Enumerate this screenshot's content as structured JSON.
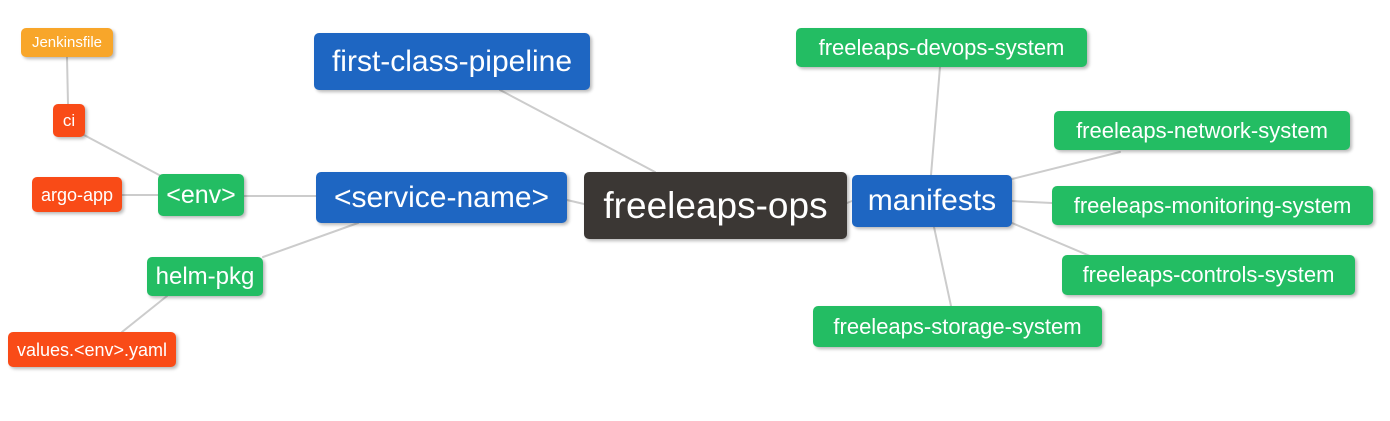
{
  "diagram": {
    "type": "mindmap",
    "root_label": "freeleaps-ops",
    "palette": {
      "root": "#3b3734",
      "branch": "#1e66c2",
      "leaf": "#23bd63",
      "sub": "#f94b17",
      "file": "#f8a62a",
      "edge": "#cccccc",
      "text": "#ffffff",
      "background": "#ffffff"
    },
    "nodes": {
      "freeleaps_ops": {
        "label": "freeleaps-ops",
        "level": "root"
      },
      "first_class_pipeline": {
        "label": "first-class-pipeline",
        "level": "branch"
      },
      "service_name": {
        "label": "<service-name>",
        "level": "branch"
      },
      "manifests": {
        "label": "manifests",
        "level": "branch"
      },
      "env": {
        "label": "<env>",
        "level": "leaf"
      },
      "helm_pkg": {
        "label": "helm-pkg",
        "level": "leaf"
      },
      "ci": {
        "label": "ci",
        "level": "sub"
      },
      "argo_app": {
        "label": "argo-app",
        "level": "sub"
      },
      "values_env_yaml": {
        "label": "values.<env>.yaml",
        "level": "sub"
      },
      "jenkinsfile": {
        "label": "Jenkinsfile",
        "level": "file"
      },
      "devops_system": {
        "label": "freeleaps-devops-system",
        "level": "leaf"
      },
      "network_system": {
        "label": "freeleaps-network-system",
        "level": "leaf"
      },
      "monitoring_system": {
        "label": "freeleaps-monitoring-system",
        "level": "leaf"
      },
      "controls_system": {
        "label": "freeleaps-controls-system",
        "level": "leaf"
      },
      "storage_system": {
        "label": "freeleaps-storage-system",
        "level": "leaf"
      }
    },
    "edges": [
      {
        "from": "jenkinsfile",
        "to": "ci"
      },
      {
        "from": "ci",
        "to": "env"
      },
      {
        "from": "argo_app",
        "to": "env"
      },
      {
        "from": "env",
        "to": "service_name"
      },
      {
        "from": "helm_pkg",
        "to": "service_name"
      },
      {
        "from": "helm_pkg",
        "to": "values_env_yaml"
      },
      {
        "from": "first_class_pipeline",
        "to": "freeleaps_ops"
      },
      {
        "from": "service_name",
        "to": "freeleaps_ops"
      },
      {
        "from": "freeleaps_ops",
        "to": "manifests"
      },
      {
        "from": "manifests",
        "to": "devops_system"
      },
      {
        "from": "manifests",
        "to": "network_system"
      },
      {
        "from": "manifests",
        "to": "monitoring_system"
      },
      {
        "from": "manifests",
        "to": "controls_system"
      },
      {
        "from": "manifests",
        "to": "storage_system"
      }
    ]
  }
}
